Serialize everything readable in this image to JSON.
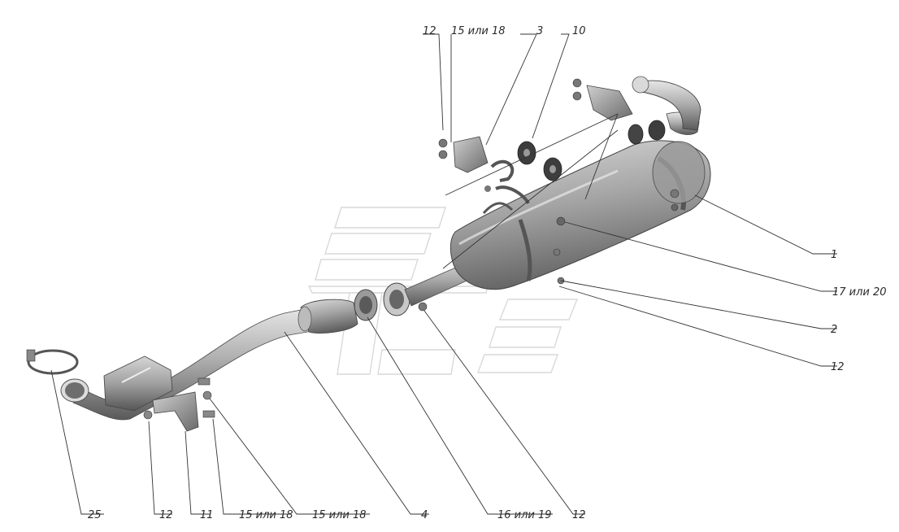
{
  "diagram": {
    "labels": [
      {
        "id": "12-top",
        "text": "12"
      },
      {
        "id": "15-18-top",
        "text": "15 или 18"
      },
      {
        "id": "3",
        "text": "3"
      },
      {
        "id": "10",
        "text": "10"
      },
      {
        "id": "1",
        "text": "1"
      },
      {
        "id": "17-20",
        "text": "17 или 20"
      },
      {
        "id": "2",
        "text": "2"
      },
      {
        "id": "12-right",
        "text": "12"
      },
      {
        "id": "25",
        "text": "25"
      },
      {
        "id": "12-bottom-left",
        "text": "12"
      },
      {
        "id": "11",
        "text": "11"
      },
      {
        "id": "15-18-bottom-a",
        "text": "15 или 18"
      },
      {
        "id": "15-18-bottom-b",
        "text": "15 или 18"
      },
      {
        "id": "4",
        "text": "4"
      },
      {
        "id": "16-19",
        "text": "16 или 19"
      },
      {
        "id": "12-bottom-right",
        "text": "12"
      }
    ]
  },
  "colors": {
    "metal_light": "#e2e2e2",
    "metal_mid": "#a8a8a8",
    "metal_dark": "#5e5e5e",
    "rubber": "#3d3d3d",
    "leader": "#333333",
    "watermark": "#d9d9d9"
  }
}
